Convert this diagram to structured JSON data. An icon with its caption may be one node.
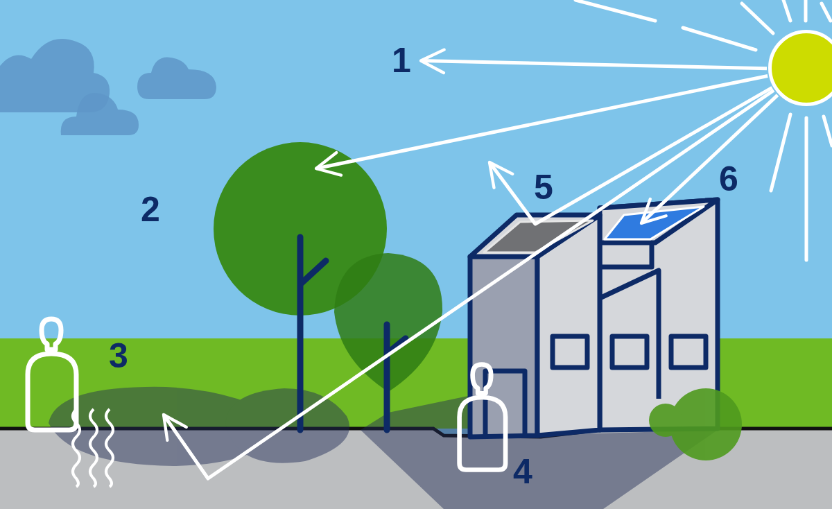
{
  "diagram": {
    "nodes": [
      {
        "text": [],
        "shape": "circle"
      },
      {
        "text": [
          "1"
        ]
      }
    ],
    "edges": [
      {
        "from": 0,
        "to": 1,
        "arrow": "to"
      },
      {
        "from": 0,
        "to": null,
        "arrow": "to"
      },
      {
        "from": 0,
        "to": null,
        "arrow": "to"
      },
      {
        "from": 0,
        "to": null,
        "arrow": "to"
      },
      {
        "from": 0,
        "to": null,
        "arrow": "to"
      }
    ],
    "labels": [
      "2",
      "3",
      "4",
      "5",
      "6"
    ]
  }
}
